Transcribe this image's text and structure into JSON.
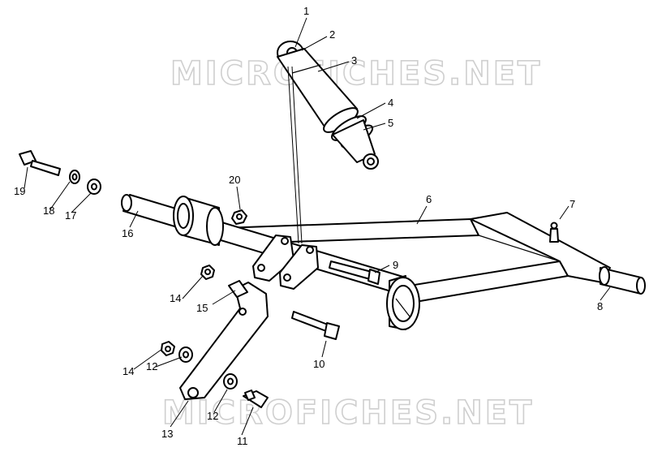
{
  "watermark": {
    "text": "MICROFICHES.NET",
    "stroke_color": "#cfcfcf"
  },
  "callouts": {
    "c1": "1",
    "c2": "2",
    "c3": "3",
    "c4": "4",
    "c5": "5",
    "c6": "6",
    "c7": "7",
    "c8": "8",
    "c9": "9",
    "c10": "10",
    "c11": "11",
    "c12a": "12",
    "c12b": "12",
    "c13": "13",
    "c14a": "14",
    "c14b": "14",
    "c15": "15",
    "c16": "16",
    "c17": "17",
    "c18": "18",
    "c19": "19",
    "c20": "20"
  },
  "colors": {
    "line": "#000000",
    "background": "#ffffff"
  }
}
